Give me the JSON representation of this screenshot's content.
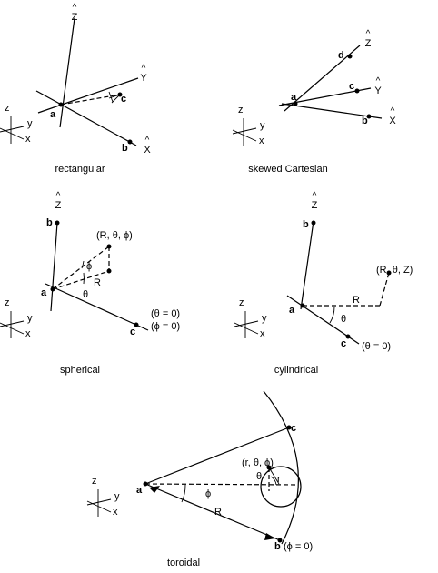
{
  "panels": {
    "rectangular": {
      "caption": "rectangular",
      "axes": {
        "x_hat": "X",
        "y_hat": "Y",
        "z_hat": "Z",
        "hat": "^"
      },
      "points": {
        "a": "a",
        "b": "b",
        "c": "c"
      },
      "triad": {
        "x": "x",
        "y": "y",
        "z": "z"
      }
    },
    "skewed": {
      "caption": "skewed Cartesian",
      "axes": {
        "x_hat": "X",
        "y_hat": "Y",
        "z_hat": "Z",
        "hat": "^"
      },
      "points": {
        "a": "a",
        "b": "b",
        "c": "c",
        "d": "d"
      },
      "triad": {
        "x": "x",
        "y": "y",
        "z": "z"
      }
    },
    "spherical": {
      "caption": "spherical",
      "axes": {
        "z_hat": "Z",
        "hat": "^"
      },
      "points": {
        "a": "a",
        "b": "b",
        "c": "c"
      },
      "coord_label": "(R, θ, ϕ)",
      "r_label": "R",
      "theta_label": "θ",
      "phi_label": "ϕ",
      "theta_zero": "(θ = 0)",
      "phi_zero": "(ϕ = 0)",
      "triad": {
        "x": "x",
        "y": "y",
        "z": "z"
      }
    },
    "cylindrical": {
      "caption": "cylindrical",
      "axes": {
        "z_hat": "Z",
        "hat": "^"
      },
      "points": {
        "a": "a",
        "b": "b",
        "c": "c"
      },
      "coord_label": "(R, θ, Z)",
      "r_label": "R",
      "theta_label": "θ",
      "theta_zero": "(θ = 0)",
      "triad": {
        "x": "x",
        "y": "y",
        "z": "z"
      }
    },
    "toroidal": {
      "caption": "toroidal",
      "points": {
        "a": "a",
        "b": "b",
        "c": "c"
      },
      "coord_label": "(r, θ, ϕ)",
      "r_big": "R",
      "r_small": "r",
      "theta_label": "θ",
      "phi_label": "ϕ",
      "phi_zero": "(ϕ = 0)",
      "triad": {
        "x": "x",
        "y": "y",
        "z": "z"
      }
    }
  }
}
